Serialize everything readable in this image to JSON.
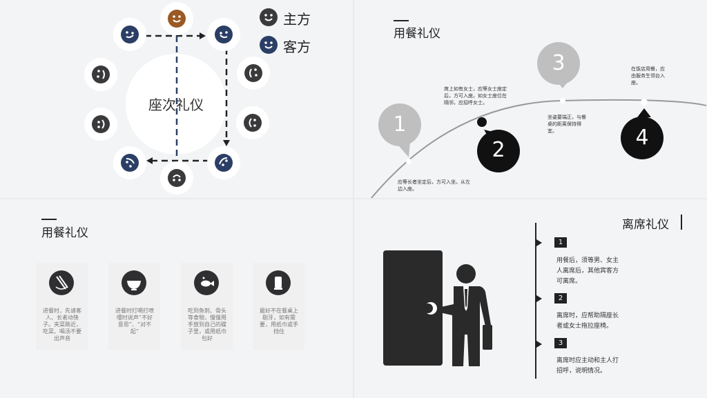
{
  "seating": {
    "center_label": "座次礼仪",
    "legend": [
      {
        "label": "主方",
        "color": "#3a3a3c"
      },
      {
        "label": "客方",
        "color": "#2b3f66"
      }
    ]
  },
  "dining_timeline": {
    "title": "用餐礼仪",
    "steps": [
      {
        "number": "1",
        "text": "应等长者坐定后，方可入坐。从左边入座。"
      },
      {
        "number": "2",
        "text": "席上如有女士，应等女士座定后，方可入座。如女士座位在隔邻，应招呼女士。"
      },
      {
        "number": "3",
        "text": "坐姿要端正，与餐桌的距离保持得宜。"
      },
      {
        "number": "4",
        "text": "在饭店用餐，应由服务生领台入座。"
      }
    ]
  },
  "dining_tips": {
    "title": "用餐礼仪",
    "cards": [
      {
        "icon": "chopsticks-icon",
        "text": "进餐时，先请客人、长者动筷子。夹菜跳近，吃菜、喝汤不要出声音"
      },
      {
        "icon": "bowl-icon",
        "text": "进餐时打嗝打喷嚏时说声“不好意思”、“对不起”"
      },
      {
        "icon": "fish-icon",
        "text": "吃到鱼刺、骨头等食物，慢慢用手放到自己的碟子里，或用纸巾包好"
      },
      {
        "icon": "tissue-icon",
        "text": "最好不在餐桌上剔牙，如有需要，用纸巾或手挡住"
      }
    ]
  },
  "leaving": {
    "title": "离席礼仪",
    "items": [
      {
        "number": "1",
        "text": "用餐后，须等男、女主人离席后，其他宾客方可离席。"
      },
      {
        "number": "2",
        "text": "离席时，应帮助隔座长者或女士拖拉座椅。"
      },
      {
        "number": "3",
        "text": "离席时应主动和主人打招呼，说明情况。"
      }
    ]
  }
}
